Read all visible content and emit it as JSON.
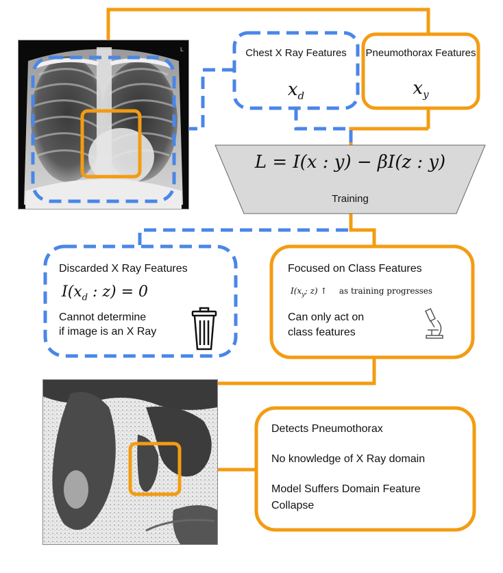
{
  "colors": {
    "orange": "#F39C12",
    "blue": "#4A86E8",
    "trapezoid_fill": "#D9D9D9"
  },
  "chest_box": {
    "title": "Chest X Ray Features",
    "symbol_base": "x",
    "symbol_sub": "d"
  },
  "pneumo_box": {
    "title": "Pneumothorax Features",
    "symbol_base": "x",
    "symbol_sub": "y"
  },
  "loss": {
    "formula": "L = I(x : y) − βI(z : y)",
    "label": "Training"
  },
  "discarded_box": {
    "title": "Discarded X Ray Features",
    "formula": "I(x",
    "formula_sub": "d",
    "formula_tail": " : z) = 0",
    "line1": "Cannot determine",
    "line2": "if image is an X Ray",
    "icon": "trash-icon"
  },
  "focused_box": {
    "title": "Focused on Class Features",
    "formula": "I(x",
    "formula_sub": "y",
    "formula_tail": "; z) ↑",
    "formula_note": "as training progresses",
    "line1": "Can only act on",
    "line2": "class features",
    "icon": "microscope-icon"
  },
  "result_box": {
    "line1": "Detects Pneumothorax",
    "line2": "No knowledge of X Ray domain",
    "line3": "Model Suffers Domain Feature",
    "line4": "Collapse"
  },
  "images": {
    "top": "chest-xray-image",
    "bottom": "satellite-lakes-image"
  }
}
